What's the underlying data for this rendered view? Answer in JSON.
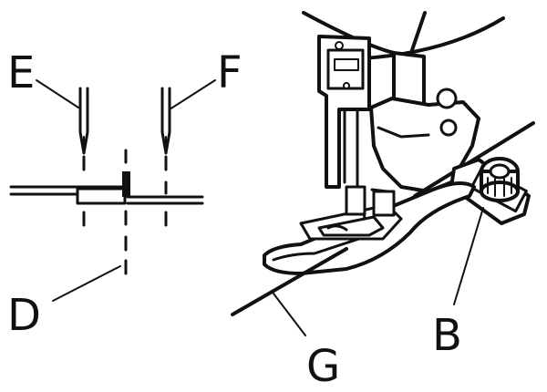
{
  "labels": {
    "e": "E",
    "f": "F",
    "d": "D",
    "b": "B",
    "g": "G"
  },
  "colors": {
    "ink": "#111111",
    "background": "#ffffff"
  }
}
